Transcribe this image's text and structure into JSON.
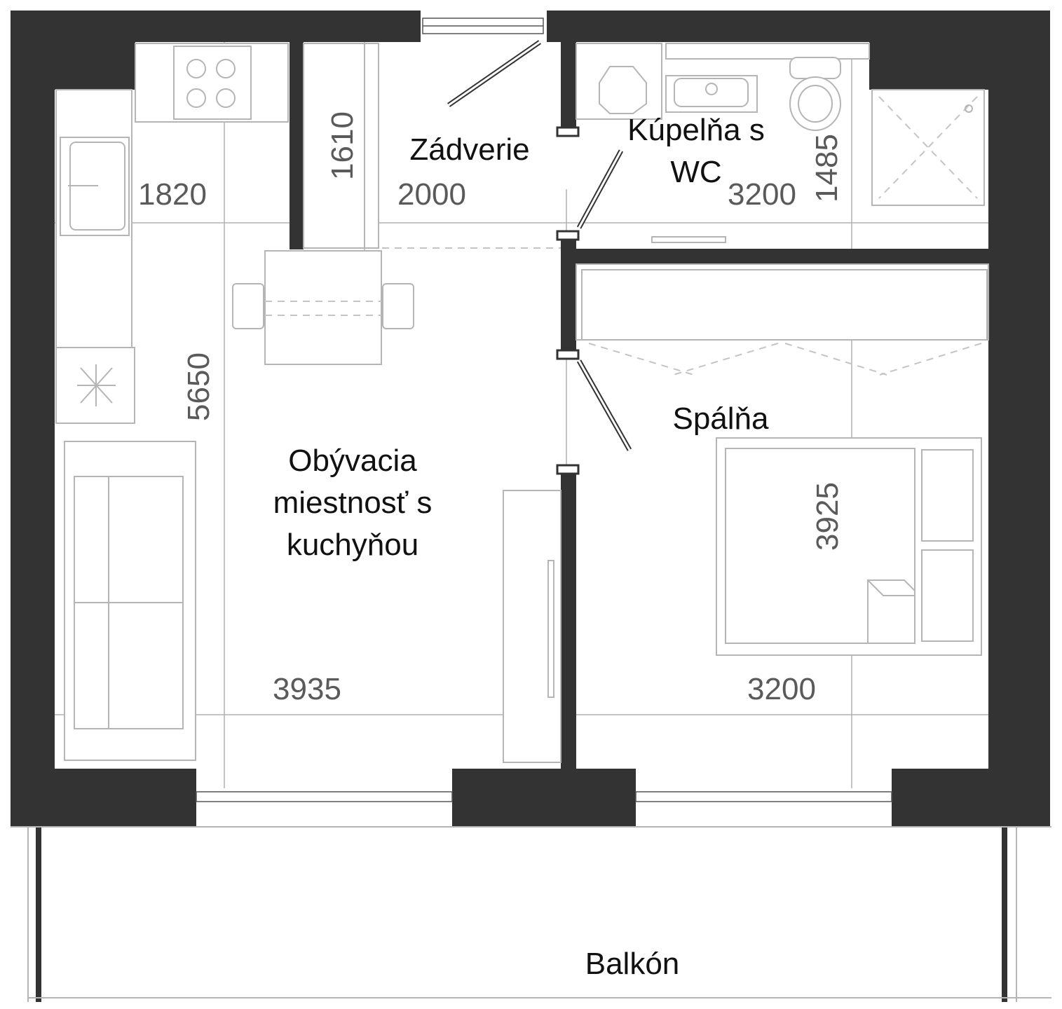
{
  "rooms": {
    "zadverie": "Zádverie",
    "kupelna_line1": "Kúpelňa s",
    "kupelna_line2": "WC",
    "spalna": "Spálňa",
    "obyvacia_line1": "Obývacia",
    "obyvacia_line2": "miestnosť s",
    "obyvacia_line3": "kuchyňou",
    "balkon": "Balkón"
  },
  "dimensions": {
    "kitchen_width": "1820",
    "hall_depth": "1610",
    "hall_width": "2000",
    "bath_width": "3200",
    "bath_depth": "1485",
    "living_depth": "5650",
    "living_width": "3935",
    "bedroom_width": "3200",
    "bedroom_depth": "3925"
  },
  "colors": {
    "wall": "#333333",
    "furniture_line": "#b5b5b5",
    "text": "#111111",
    "dimension_text": "#5a5a5a"
  }
}
